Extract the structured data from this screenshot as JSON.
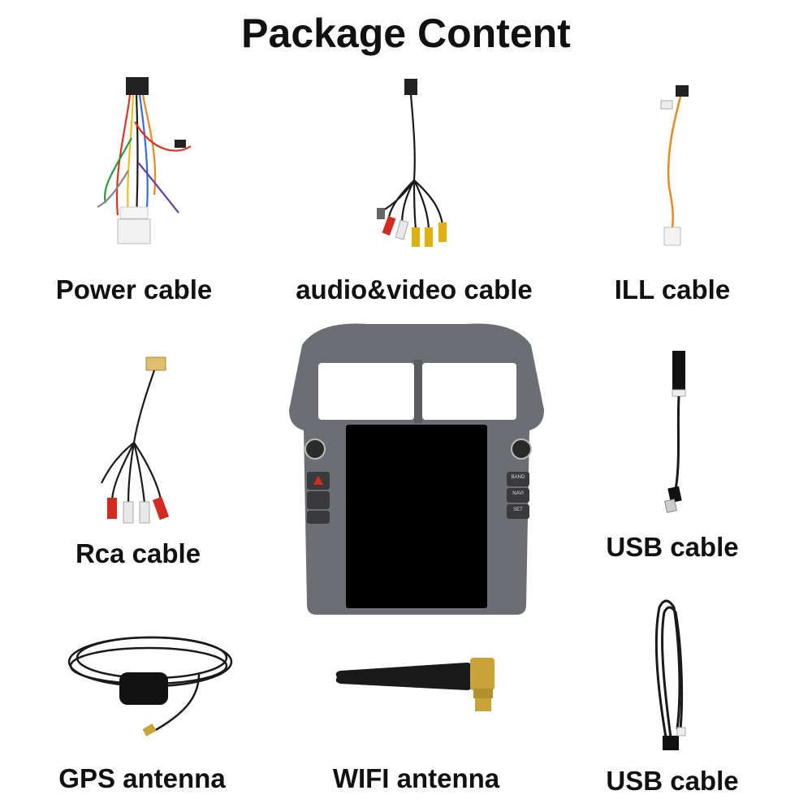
{
  "page": {
    "title": "Package Content"
  },
  "items": [
    {
      "label": "Power cable"
    },
    {
      "label": "audio&video cable"
    },
    {
      "label": "ILL cable"
    },
    {
      "label": "Rca cable"
    },
    {
      "label": "USB cable"
    },
    {
      "label": "GPS antenna"
    },
    {
      "label": "WIFI antenna"
    },
    {
      "label": "USB cable"
    }
  ],
  "head_unit": {
    "buttons": [
      "BAND",
      "NAVI",
      "SET"
    ]
  },
  "colors": {
    "background": "#ffffff",
    "text": "#111111",
    "unit_body": "#6b6e72",
    "screen": "#000000",
    "rca_red": "#d42a1f",
    "rca_white": "#e8e8e8",
    "rca_yellow": "#e0b010",
    "wifi_gold": "#c9a23a"
  }
}
